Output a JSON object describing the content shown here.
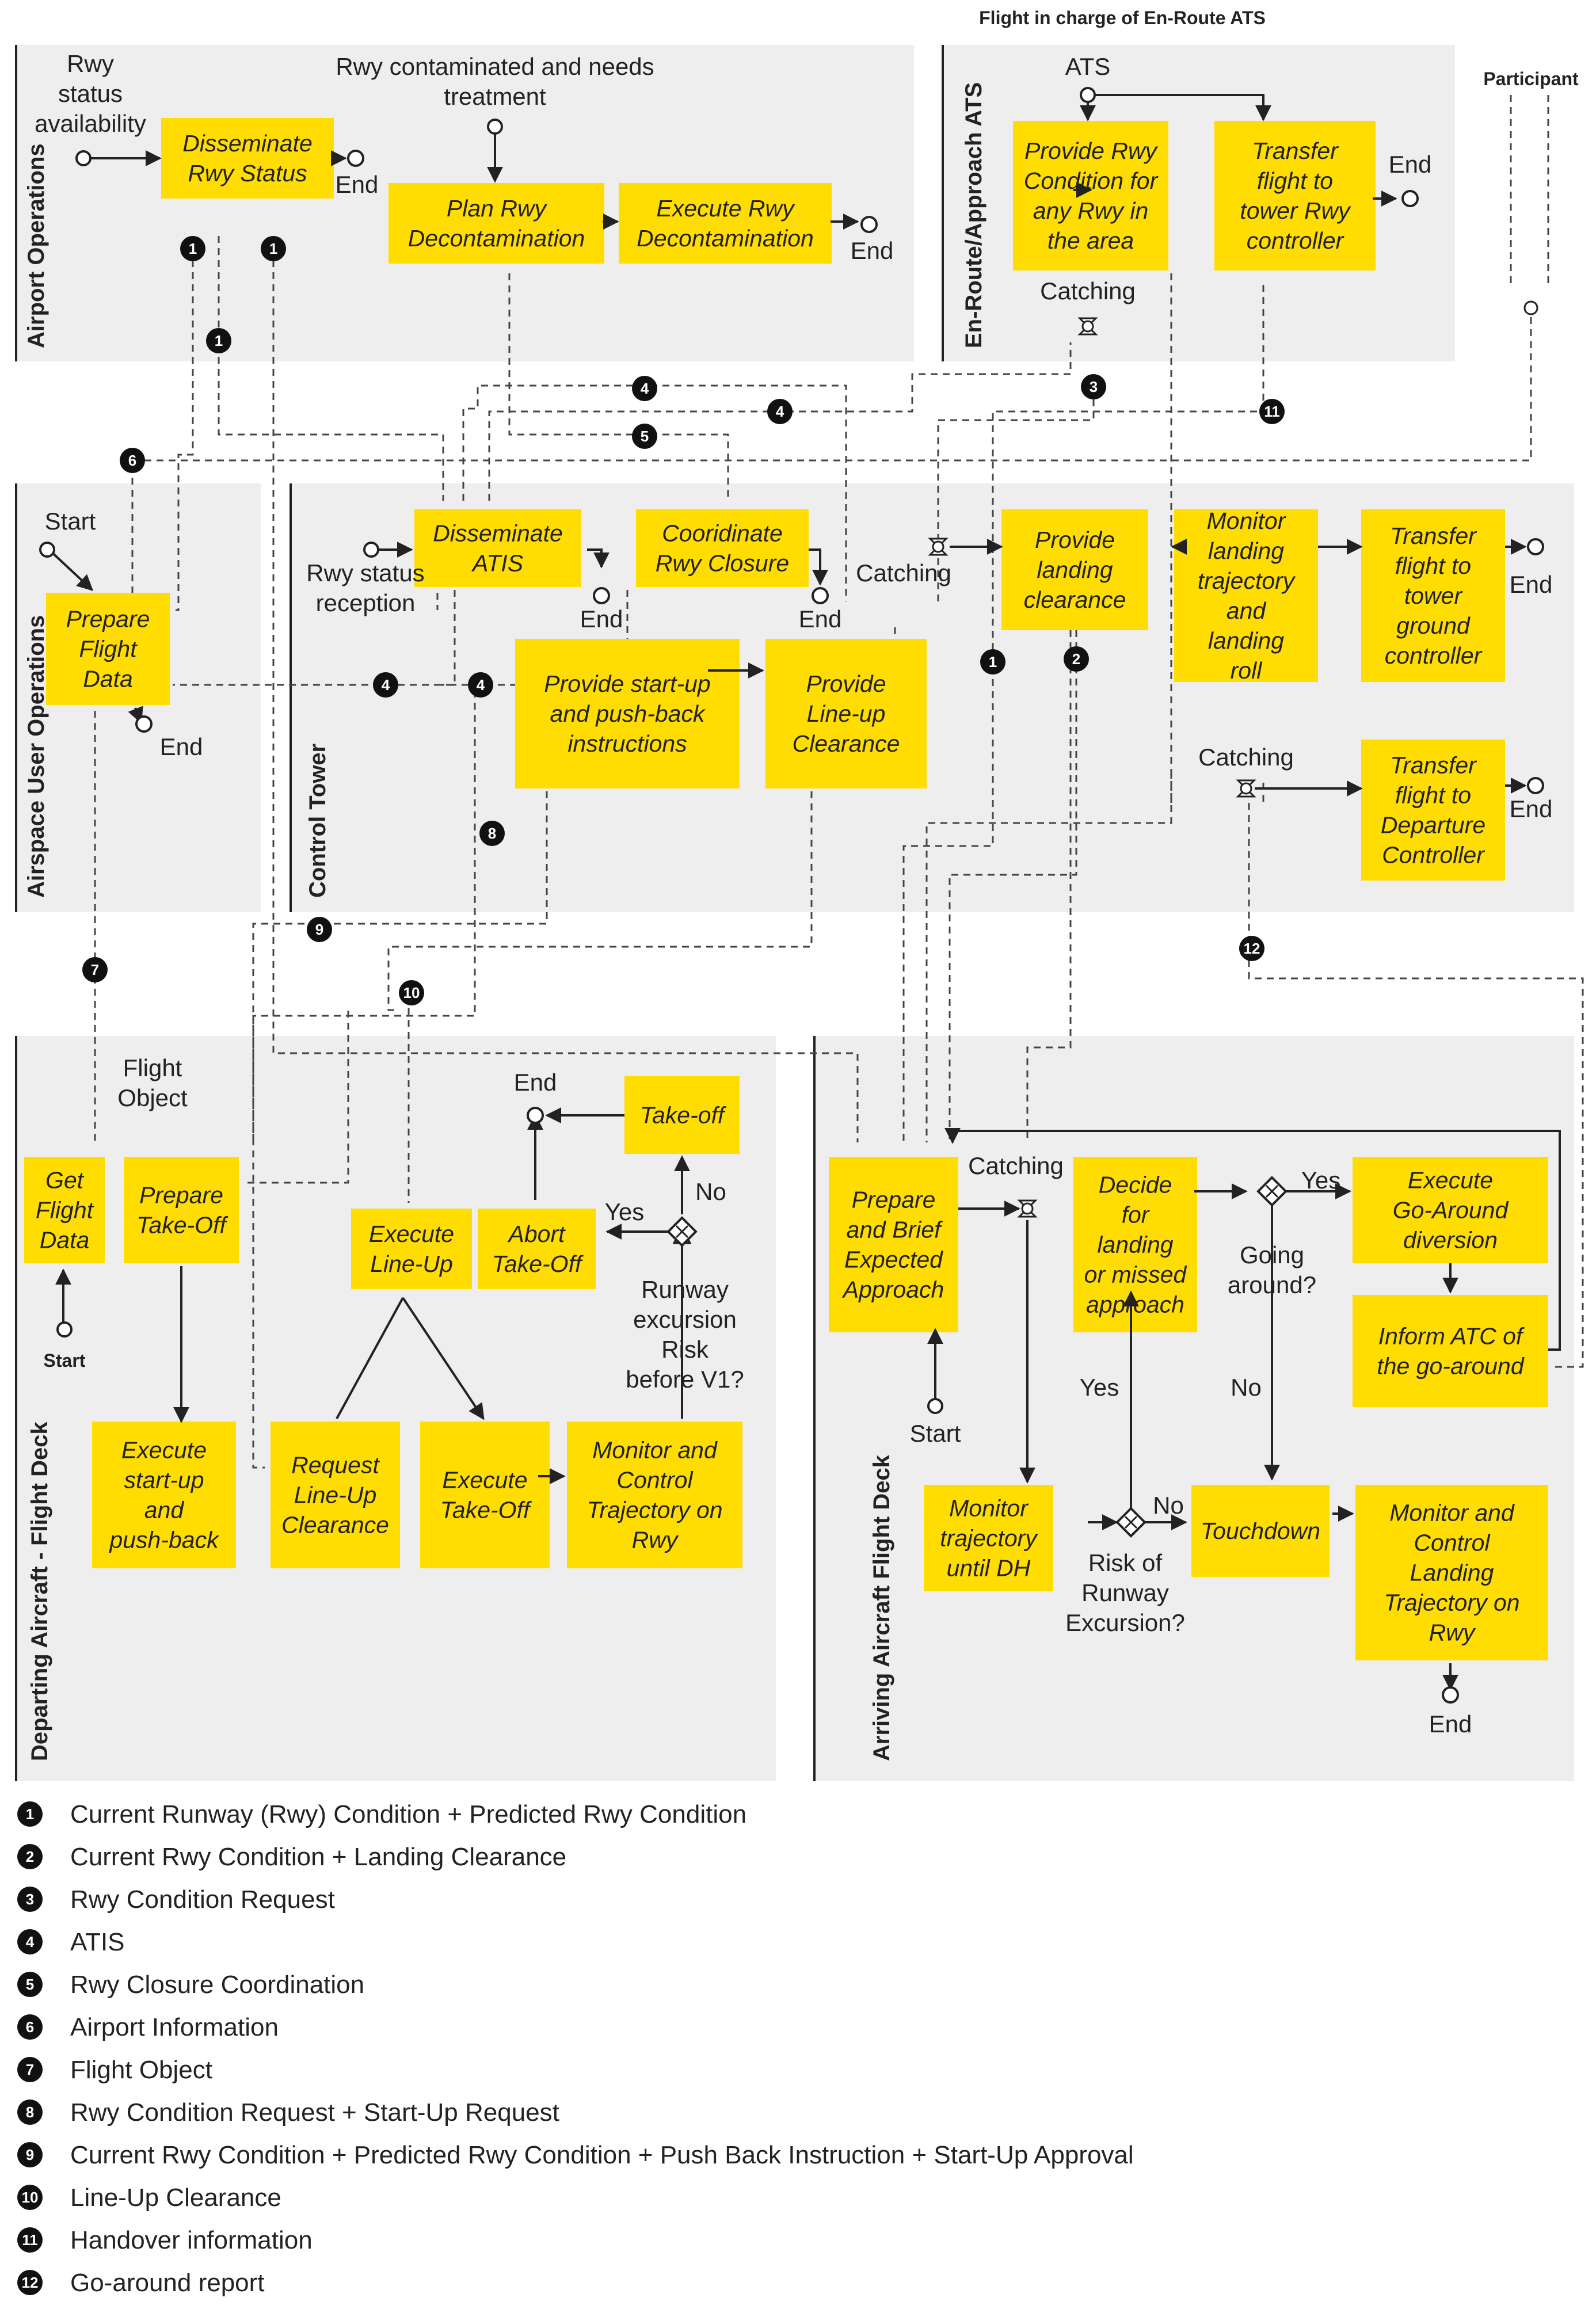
{
  "colors": {
    "task_fill": "#FFDD00",
    "lane_fill": "#EEEEEE",
    "badge_fill": "#111111",
    "line": "#222222"
  },
  "header": {
    "enroute_caption": "Flight in charge of En-Route ATS",
    "participant": "Participant"
  },
  "lanes": {
    "airport_ops": "Airport Operations",
    "enroute": "En-Route/Approach ATS",
    "airspace_user": "Airspace User Operations",
    "control_tower": "Control Tower",
    "departing": "Departing Aircraft - Flight Deck",
    "arriving": "Arriving Aircraft Flight Deck"
  },
  "tasks": {
    "disseminate_rwy_status": "Disseminate Rwy Status",
    "plan_decon": "Plan Rwy Decontamination",
    "execute_decon": "Execute Rwy Decontamination",
    "provide_rwy_condition": "Provide Rwy Condition for any Rwy in the area",
    "transfer_tower_rwy": "Transfer flight to tower Rwy controller",
    "prepare_flight_data": "Prepare Flight Data",
    "disseminate_atis": "Disseminate ATIS",
    "coordinate_closure": "Cooridinate Rwy Closure",
    "provide_landing_clearance": "Provide landing clearance",
    "monitor_landing": "Monitor landing trajectory and landing roll",
    "transfer_ground": "Transfer flight to tower ground controller",
    "startup_pushback_instr": "Provide start-up and push-back instructions",
    "lineup_clearance": "Provide Line-up Clearance",
    "transfer_departure": "Transfer flight to Departure Controller",
    "get_flight_data": "Get Flight Data",
    "prepare_takeoff": "Prepare Take-Off",
    "execute_lineup": "Execute Line-Up",
    "abort_takeoff": "Abort Take-Off",
    "takeoff": "Take-off",
    "execute_startup": "Execute start-up and push-back",
    "request_lineup": "Request Line-Up Clearance",
    "execute_takeoff": "Execute Take-Off",
    "monitor_control_rwy": "Monitor and Control Trajectory on Rwy",
    "prepare_brief": "Prepare and Brief Expected Approach",
    "decide_landing": "Decide for landing or missed approach",
    "execute_goaround": "Execute Go-Around diversion",
    "inform_atc": "Inform ATC of the go-around",
    "monitor_dh": "Monitor trajectory until DH",
    "touchdown": "Touchdown",
    "monitor_landing_rwy": "Monitor and Control Landing Trajectory on Rwy"
  },
  "labels": {
    "rwy_status_availability": "Rwy status availability",
    "rwy_contaminated": "Rwy contaminated and needs treatment",
    "ats": "ATS",
    "catching": "Catching",
    "start": "Start",
    "end": "End",
    "rwy_status_reception": "Rwy status reception",
    "flight_object": "Flight Object",
    "yes": "Yes",
    "no": "No",
    "runway_excursion_v1": "Runway excursion Risk before V1?",
    "going_around": "Going around?",
    "risk_runway_excursion": "Risk of Runway Excursion?"
  },
  "legend": [
    {
      "num": "1",
      "text": "Current Runway (Rwy) Condition + Predicted Rwy Condition"
    },
    {
      "num": "2",
      "text": "Current Rwy Condition + Landing Clearance"
    },
    {
      "num": "3",
      "text": "Rwy Condition Request"
    },
    {
      "num": "4",
      "text": "ATIS"
    },
    {
      "num": "5",
      "text": "Rwy Closure Coordination"
    },
    {
      "num": "6",
      "text": "Airport Information"
    },
    {
      "num": "7",
      "text": "Flight Object"
    },
    {
      "num": "8",
      "text": "Rwy Condition Request + Start-Up Request"
    },
    {
      "num": "9",
      "text": "Current Rwy Condition + Predicted Rwy Condition + Push Back Instruction + Start-Up Approval"
    },
    {
      "num": "10",
      "text": "Line-Up Clearance"
    },
    {
      "num": "11",
      "text": "Handover information"
    },
    {
      "num": "12",
      "text": "Go-around report"
    }
  ]
}
